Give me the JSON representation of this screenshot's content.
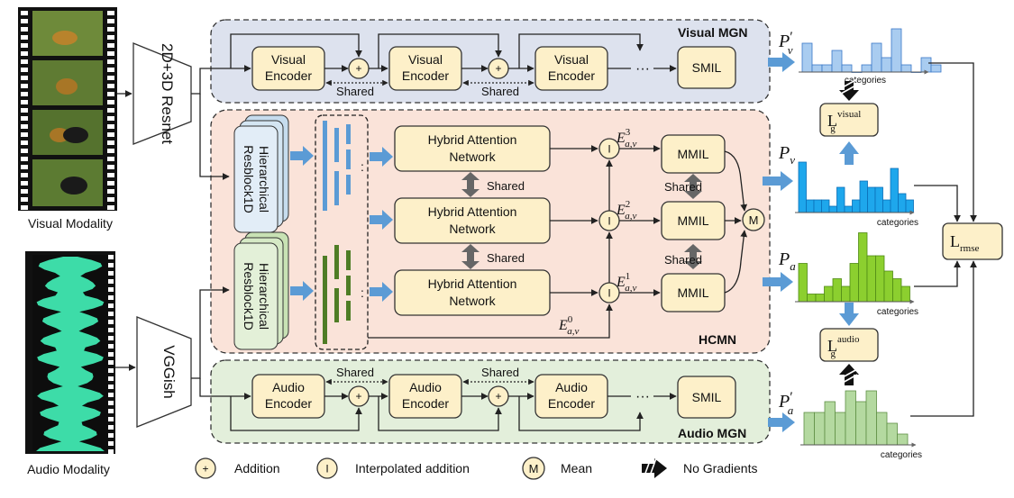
{
  "modalities": {
    "visual": "Visual Modality",
    "audio": "Audio Modality"
  },
  "extractors": {
    "visual": "2D+3D Resnet",
    "audio": "VGGish"
  },
  "visual_mgn": {
    "title": "Visual MGN",
    "encoders": [
      "Visual Encoder",
      "Visual Encoder",
      "Visual Encoder"
    ],
    "shared": [
      "Shared",
      "Shared"
    ],
    "ellipsis": "···",
    "smil": "SMIL"
  },
  "hcmn": {
    "title": "HCMN",
    "blocks": [
      "Hierarchical Resblock1D",
      "Hierarchical Resblock1D"
    ],
    "han": [
      "Hybrid Attention Network",
      "Hybrid Attention Network",
      "Hybrid Attention Network"
    ],
    "mmil": [
      "MMIL",
      "MMIL",
      "MMIL"
    ],
    "shared": [
      "Shared",
      "Shared",
      "Shared",
      "Shared"
    ],
    "interp_symbol": "I",
    "mean_symbol": "M",
    "ellipsis": ":",
    "e_labels": {
      "e3": {
        "base": "E",
        "sup": "3",
        "sub": "a,v"
      },
      "e2": {
        "base": "E",
        "sup": "2",
        "sub": "a,v"
      },
      "e1": {
        "base": "E",
        "sup": "1",
        "sub": "a,v"
      },
      "e0": {
        "base": "E",
        "sup": "0",
        "sub": "a,v"
      }
    }
  },
  "audio_mgn": {
    "title": "Audio MGN",
    "encoders": [
      "Audio Encoder",
      "Audio Encoder",
      "Audio Encoder"
    ],
    "shared": [
      "Shared",
      "Shared"
    ],
    "ellipsis": "···",
    "smil": "SMIL"
  },
  "outputs": {
    "pv_prime": {
      "base": "P",
      "sub": "v",
      "prime": "′"
    },
    "pv": {
      "base": "P",
      "sub": "v"
    },
    "pa": {
      "base": "P",
      "sub": "a"
    },
    "pa_prime": {
      "base": "P",
      "sub": "a",
      "prime": "′"
    },
    "axis_label": "categories"
  },
  "losses": {
    "visual": {
      "base": "L",
      "sub": "g",
      "sup": "visual"
    },
    "audio": {
      "base": "L",
      "sub": "g",
      "sup": "audio"
    },
    "rmse": {
      "base": "L",
      "sub": "rmse"
    }
  },
  "legend": {
    "addition_symbol": "+",
    "addition": "Addition",
    "interp_symbol": "I",
    "interp": "Interpolated addition",
    "mean_symbol": "M",
    "mean": "Mean",
    "nograd": "No Gradients"
  },
  "colors": {
    "visual_panel": "#dde2ee",
    "hcmn_panel": "#fae3d9",
    "audio_panel": "#e3efdb",
    "box_fill": "#fdf0c9",
    "blue_bar": "#1ea7ec",
    "blue_light": "#a9ccf0",
    "green_bar": "#8ccf2f",
    "green_light": "#b4d9a0",
    "arrow_blue": "#5b9bd5",
    "audio_wave": "#3ddca8"
  },
  "chart_data": [
    {
      "type": "bar",
      "name_ref": "pv_prime",
      "values": [
        4,
        1,
        1,
        3,
        1,
        0,
        1,
        4,
        2,
        6,
        1,
        0,
        2,
        1
      ]
    },
    {
      "type": "bar",
      "name_ref": "pv",
      "values": [
        8,
        2,
        2,
        2,
        1,
        4,
        1,
        2,
        5,
        4,
        4,
        2,
        7,
        3,
        2
      ]
    },
    {
      "type": "bar",
      "name_ref": "pa",
      "values": [
        5,
        1,
        1,
        2,
        3,
        2,
        5,
        9,
        6,
        6,
        4,
        3,
        2
      ]
    },
    {
      "type": "bar",
      "name_ref": "pa_prime",
      "values": [
        3,
        3,
        4,
        3,
        5,
        4,
        5,
        3,
        2,
        1
      ]
    }
  ]
}
